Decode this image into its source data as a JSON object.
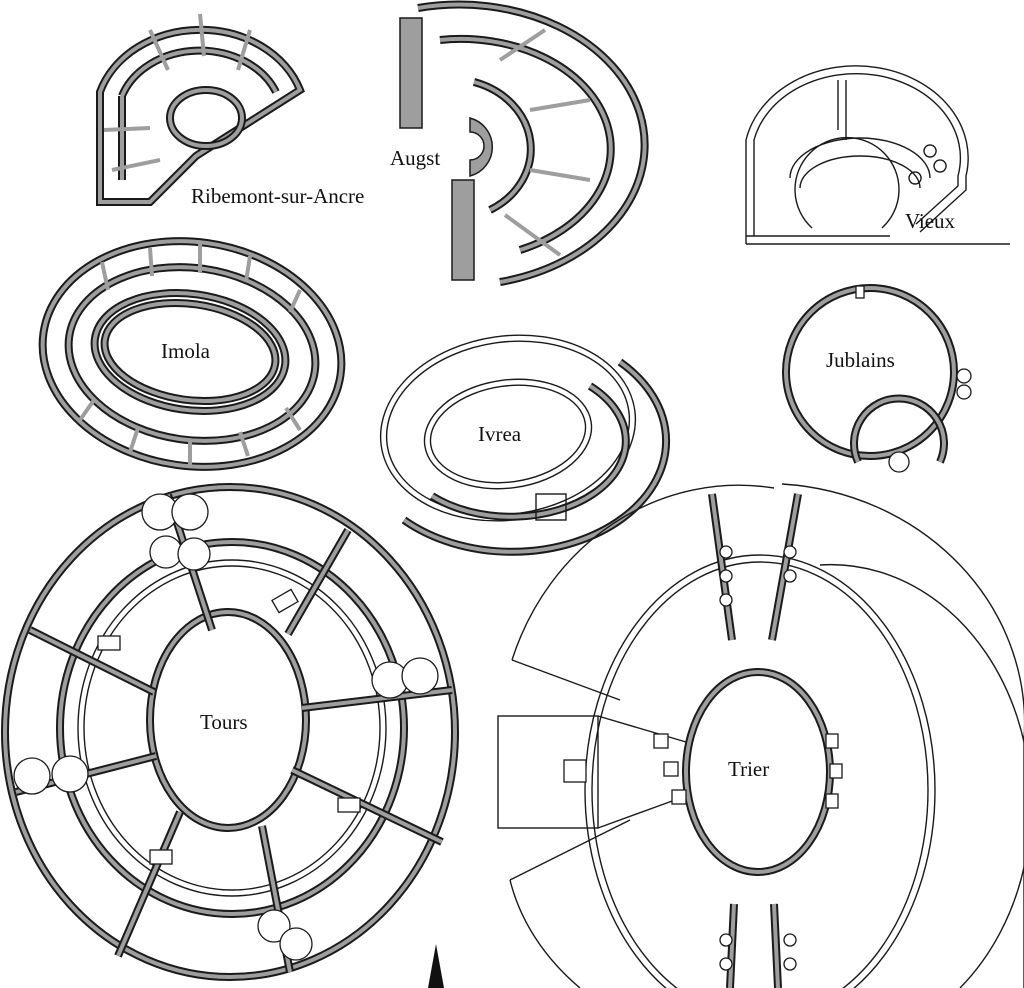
{
  "figure": {
    "labels": {
      "ribemont": "Ribemont-sur-Ancre",
      "augst": "Augst",
      "vieux": "Vieux",
      "imola": "Imola",
      "ivrea": "Ivrea",
      "jublains": "Jublains",
      "tours": "Tours",
      "trier": "Trier"
    },
    "north_arrow": "north-arrow-icon"
  },
  "colors": {
    "wall_outline": "#1a1a1a",
    "wall_fill": "#9e9e9e",
    "background": "#ffffff"
  }
}
